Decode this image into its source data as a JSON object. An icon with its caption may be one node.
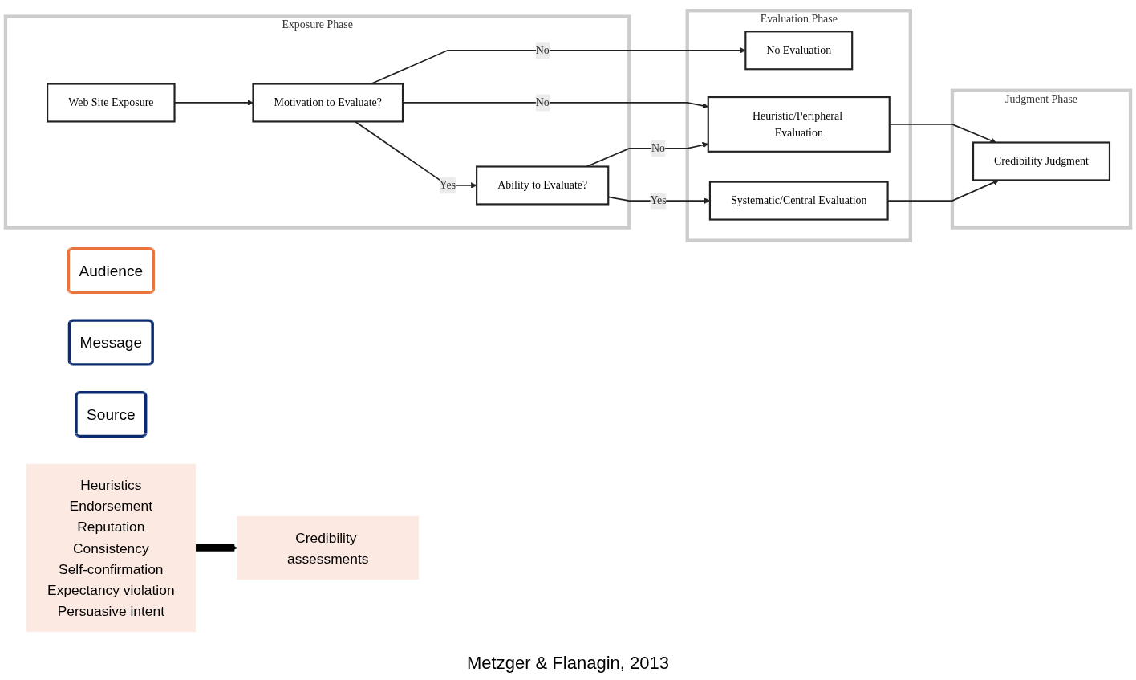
{
  "diagram": {
    "caption": "Metzger & Flanagin, 2013",
    "nodes": [
      {
        "text": [
          "Exposure Phase"
        ]
      },
      {
        "text": [
          "Evaluation Phase"
        ]
      },
      {
        "text": [
          "Judgment Phase"
        ]
      },
      {
        "text": [
          "Web Site Exposure"
        ],
        "in": 0
      },
      {
        "text": [
          "Motivation to Evaluate?"
        ],
        "in": 0
      },
      {
        "text": [
          "Ability to Evaluate?"
        ],
        "in": 0
      },
      {
        "text": [
          "No Evaluation"
        ],
        "in": 1
      },
      {
        "text": [
          "Heuristic/Peripheral Evaluation"
        ],
        "in": 1
      },
      {
        "text": [
          "Systematic/Central Evaluation"
        ],
        "in": 1
      },
      {
        "text": [
          "Credibility Judgment"
        ],
        "in": 2
      },
      {
        "text": [
          "Audience"
        ]
      },
      {
        "text": [
          "Message"
        ]
      },
      {
        "text": [
          "Source"
        ]
      },
      {
        "text": [
          "Heuristics",
          "Endorsement",
          "Reputation",
          "Consistency",
          "Self-confirmation",
          "Expectancy violation",
          "Persuasive intent"
        ]
      },
      {
        "text": [
          "Credibility assessments"
        ]
      }
    ],
    "edges": [
      {
        "from": 3,
        "to": 4,
        "arrow": "to"
      },
      {
        "from": 4,
        "to": 6,
        "arrow": "to",
        "label": "No"
      },
      {
        "from": 4,
        "to": 7,
        "arrow": "to",
        "label": "No"
      },
      {
        "from": 4,
        "to": 5,
        "arrow": "to",
        "label": "Yes"
      },
      {
        "from": 5,
        "to": 7,
        "arrow": "to",
        "label": "No"
      },
      {
        "from": 5,
        "to": 8,
        "arrow": "to",
        "label": "Yes"
      },
      {
        "from": 7,
        "to": 9,
        "arrow": "to"
      },
      {
        "from": 8,
        "to": 9,
        "arrow": "to"
      },
      {
        "from": 13,
        "to": 14,
        "arrow": "to",
        "style": "thick",
        "color": "#000000"
      }
    ]
  }
}
